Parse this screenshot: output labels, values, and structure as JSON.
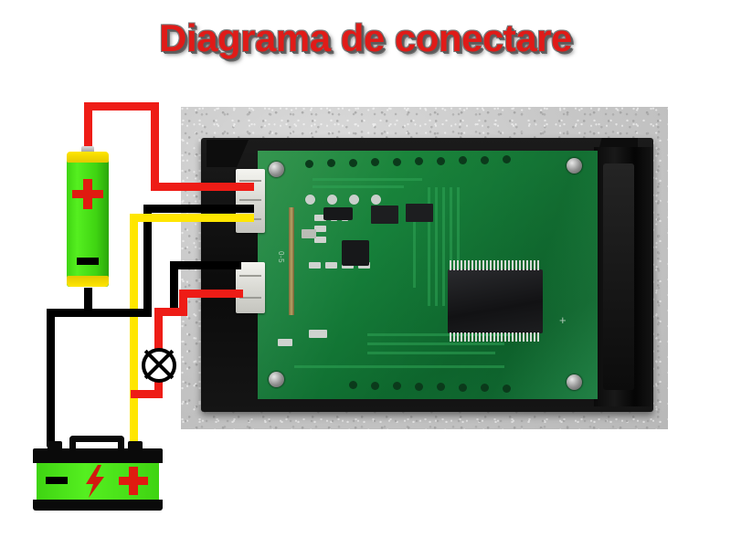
{
  "page": {
    "title": "Diagrama de conectare",
    "background_color": "#ffffff",
    "title_color": "#e01b18",
    "title_shadow_color": "#5b5b5b"
  },
  "diagram": {
    "name": "wiring-diagram",
    "components": [
      {
        "id": "aa-battery",
        "label": "AA battery cell",
        "plus_symbol": "+",
        "minus_symbol": "–",
        "body_color": "#3fd412",
        "cap_color": "#ffe600",
        "plus_color": "#e01b10",
        "minus_color": "#000000"
      },
      {
        "id": "car-battery",
        "label": "Car battery 12V",
        "plus_symbol": "+",
        "minus_symbol": "–",
        "bolt_symbol": "⚡",
        "body_color": "#3fd412",
        "case_color": "#0a0a0a",
        "plus_color": "#e01b10",
        "minus_color": "#000000",
        "bolt_color": "#d21a10"
      },
      {
        "id": "lamp",
        "label": "Lamp / load",
        "symbol": "crossed-circle",
        "stroke_color": "#000000"
      },
      {
        "id": "meter-module",
        "label": "Voltmeter ammeter module photo",
        "pcb_color": "#16803a",
        "bezel_color": "#121212",
        "silkscreen": [
          "0-5",
          "+"
        ]
      }
    ],
    "wires": [
      {
        "id": "wire-red-supply",
        "color_name": "red",
        "color": "#ee1c16",
        "from": "aa-battery +",
        "to": "3-pin connector pin 1"
      },
      {
        "id": "wire-black-supply",
        "color_name": "black",
        "color": "#000000",
        "from": "aa-battery –",
        "to": "3-pin connector pin 2"
      },
      {
        "id": "wire-yellow-sense",
        "color_name": "yellow",
        "color": "#ffe600",
        "from": "car-battery +",
        "to": "3-pin connector pin 3"
      },
      {
        "id": "wire-black-load",
        "color_name": "black",
        "color": "#000000",
        "from": "car-battery –",
        "to": "2-pin connector pin 1"
      },
      {
        "id": "wire-red-load",
        "color_name": "red",
        "color": "#ee1c16",
        "from": "lamp",
        "to": "2-pin connector pin 2"
      }
    ],
    "connectors": [
      {
        "id": "connector-3pin",
        "pins": 3,
        "wire_colors": [
          "red",
          "black",
          "yellow"
        ]
      },
      {
        "id": "connector-2pin",
        "pins": 2,
        "wire_colors": [
          "black",
          "red"
        ]
      }
    ]
  }
}
